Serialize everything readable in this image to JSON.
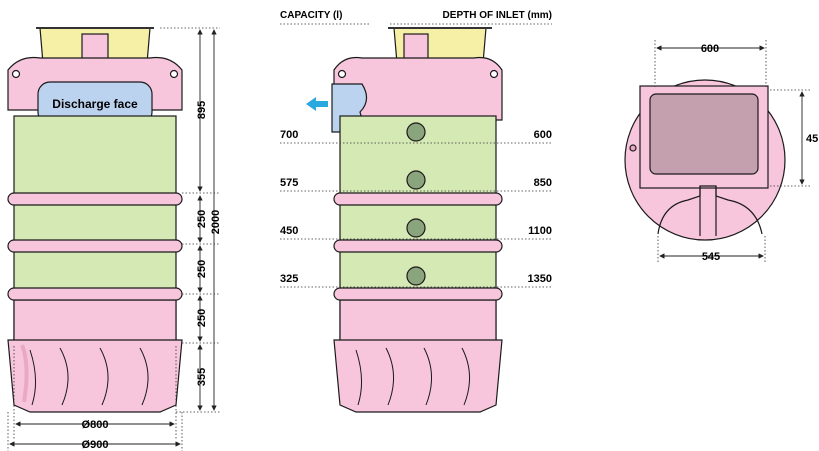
{
  "colors": {
    "pink": "#f7c6dc",
    "pink_dark": "#e9a9c4",
    "green": "#d5e9b4",
    "yellow": "#f6f0a6",
    "blue": "#bcd3ef",
    "mauve": "#c4a0ae",
    "ball": "#8aa47e",
    "arrow": "#29a9e0",
    "outline": "#1a1a1a"
  },
  "left_view": {
    "discharge_label": "Discharge face",
    "vertical_dims": [
      "895",
      "250",
      "250",
      "250",
      "355"
    ],
    "overall_height": "2000",
    "diameters": [
      "Ø800",
      "Ø900"
    ]
  },
  "middle_view": {
    "header_capacity": "CAPACITY (l)",
    "header_depth": "DEPTH OF INLET (mm)",
    "rows": [
      {
        "capacity": "700",
        "depth": "600"
      },
      {
        "capacity": "575",
        "depth": "850"
      },
      {
        "capacity": "450",
        "depth": "1100"
      },
      {
        "capacity": "325",
        "depth": "1350"
      }
    ]
  },
  "top_view": {
    "width_top": "600",
    "width_bottom": "545",
    "side_dim": "45"
  }
}
